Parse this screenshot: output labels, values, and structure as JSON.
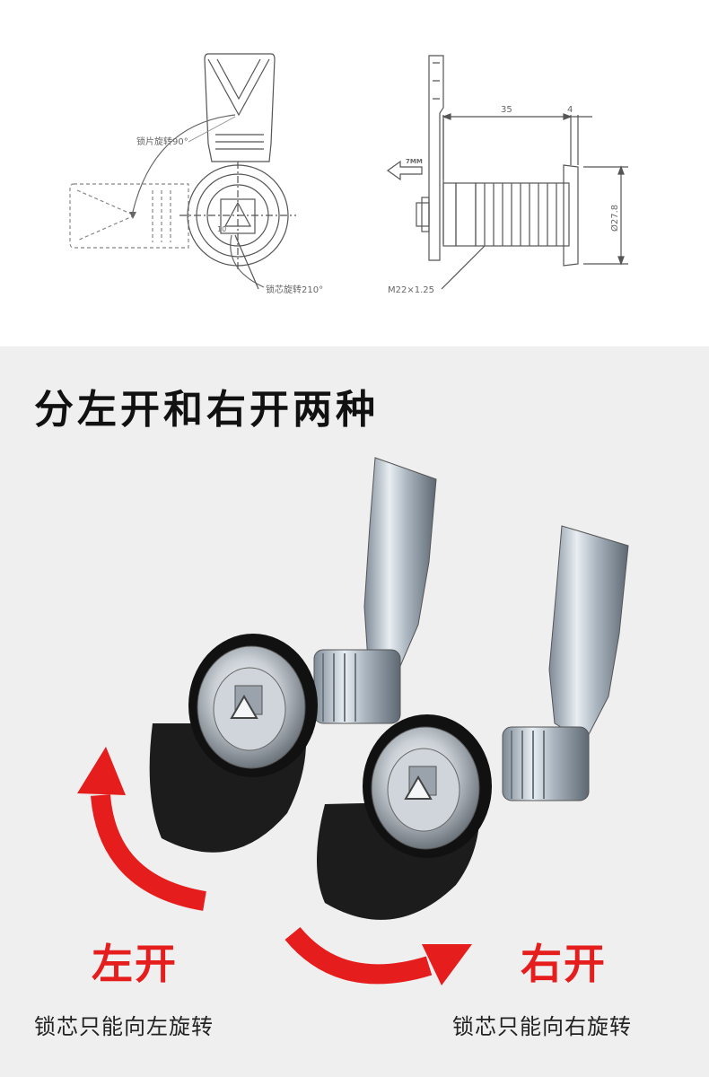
{
  "drawing": {
    "lever_rotation_label": "锁片旋转90°",
    "core_rotation_label": "锁芯旋转210°",
    "dim_length": "35",
    "dim_flange": "4",
    "dim_diameter": "Ø27.8",
    "thread_label": "M22×1.25",
    "arrow_tag": "7MM",
    "small_dim": "10"
  },
  "title": "分左开和右开两种",
  "left_variant": {
    "label": "左开",
    "description": "锁芯只能向左旋转"
  },
  "right_variant": {
    "label": "右开",
    "description": "锁芯只能向右旋转"
  },
  "colors": {
    "arrow_red": "#e51d1d",
    "panel_gray": "#efefef"
  }
}
